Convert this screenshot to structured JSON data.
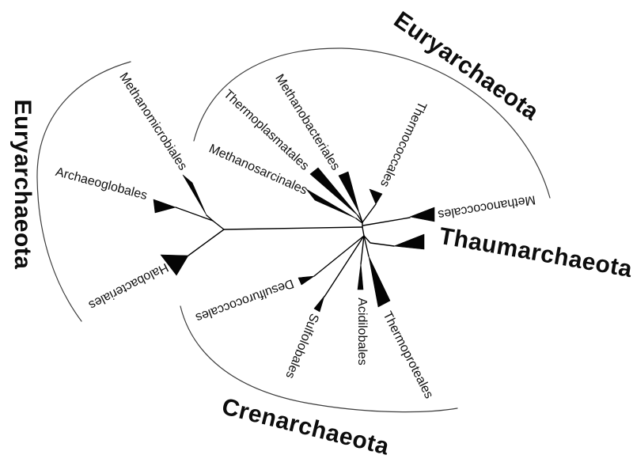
{
  "diagram_type": "unrooted phylogenetic tree of Archaea (orders collapsed as triangles)",
  "colors": {
    "ink": "#111111",
    "arc": "#3d3d3d",
    "background": "#ffffff"
  },
  "phyla": {
    "euryarchaeota_left": "Euryarchaeota",
    "euryarchaeota_top": "Euryarchaeota",
    "thaumarchaeota": "Thaumarchaeota",
    "crenarchaeota": "Crenarchaeota"
  },
  "orders": {
    "methanomicrobiales": "Methanomicrobiales",
    "archaeoglobales": "Archaeoglobales",
    "halobacteriales": "Halobacteriales",
    "methanosarcinales": "Methanosarcinales",
    "thermoplasmatales": "Thermoplasmatales",
    "methanobacteriales": "Methanobacteriales",
    "thermococcales": "Thermococcales",
    "methanococcales": "Methanococcales",
    "desulfurococcales": "Desulfurococcales",
    "sulfolobales": "Sulfolobales",
    "acidilobales": "Acidilobales",
    "thermoproteales": "Thermoproteales"
  },
  "groups": {
    "euryarchaeota_left": [
      "Methanomicrobiales",
      "Archaeoglobales",
      "Halobacteriales"
    ],
    "euryarchaeota_top": [
      "Methanosarcinales",
      "Thermoplasmatales",
      "Methanobacteriales",
      "Thermococcales",
      "Methanococcales"
    ],
    "crenarchaeota": [
      "Desulfurococcales",
      "Sulfolobales",
      "Acidilobales",
      "Thermoproteales"
    ],
    "thaumarchaeota": [
      "Thaumarchaeota"
    ]
  }
}
